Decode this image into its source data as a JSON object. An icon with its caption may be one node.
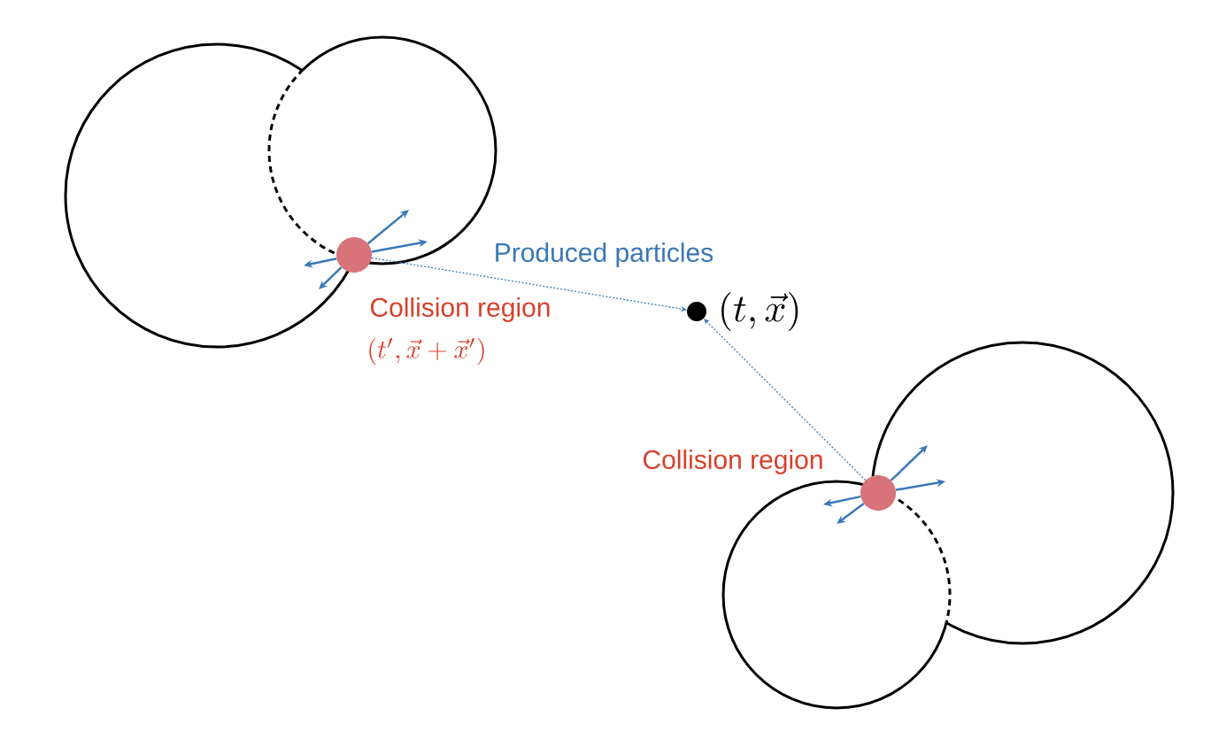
{
  "diagram": {
    "nodes": [
      {
        "text": [],
        "shape": "circle",
        "beside": [
          "Collision region",
          "(t',\\vec{x}+\\vec{x}')"
        ]
      },
      {
        "text": [],
        "shape": "circle",
        "beside": [
          "(t,\\vec{x})"
        ]
      },
      {
        "text": [],
        "shape": "circle",
        "beside": [
          "Collision region"
        ]
      }
    ],
    "edges": [
      {
        "from": 0,
        "to": 1,
        "arrow": "to",
        "style": "dashed"
      },
      {
        "from": 2,
        "to": 1,
        "arrow": "to",
        "style": "dashed"
      },
      {
        "from": 0,
        "to": null,
        "arrow": "to"
      },
      {
        "from": 0,
        "to": null,
        "arrow": "to"
      },
      {
        "from": 0,
        "to": null,
        "arrow": "to"
      },
      {
        "from": 0,
        "to": null,
        "arrow": "to"
      },
      {
        "from": 2,
        "to": null,
        "arrow": "to"
      },
      {
        "from": 2,
        "to": null,
        "arrow": "to"
      },
      {
        "from": 2,
        "to": null,
        "arrow": "to"
      },
      {
        "from": 2,
        "to": null,
        "arrow": "to"
      }
    ],
    "labels": [
      "Produced particles"
    ]
  }
}
